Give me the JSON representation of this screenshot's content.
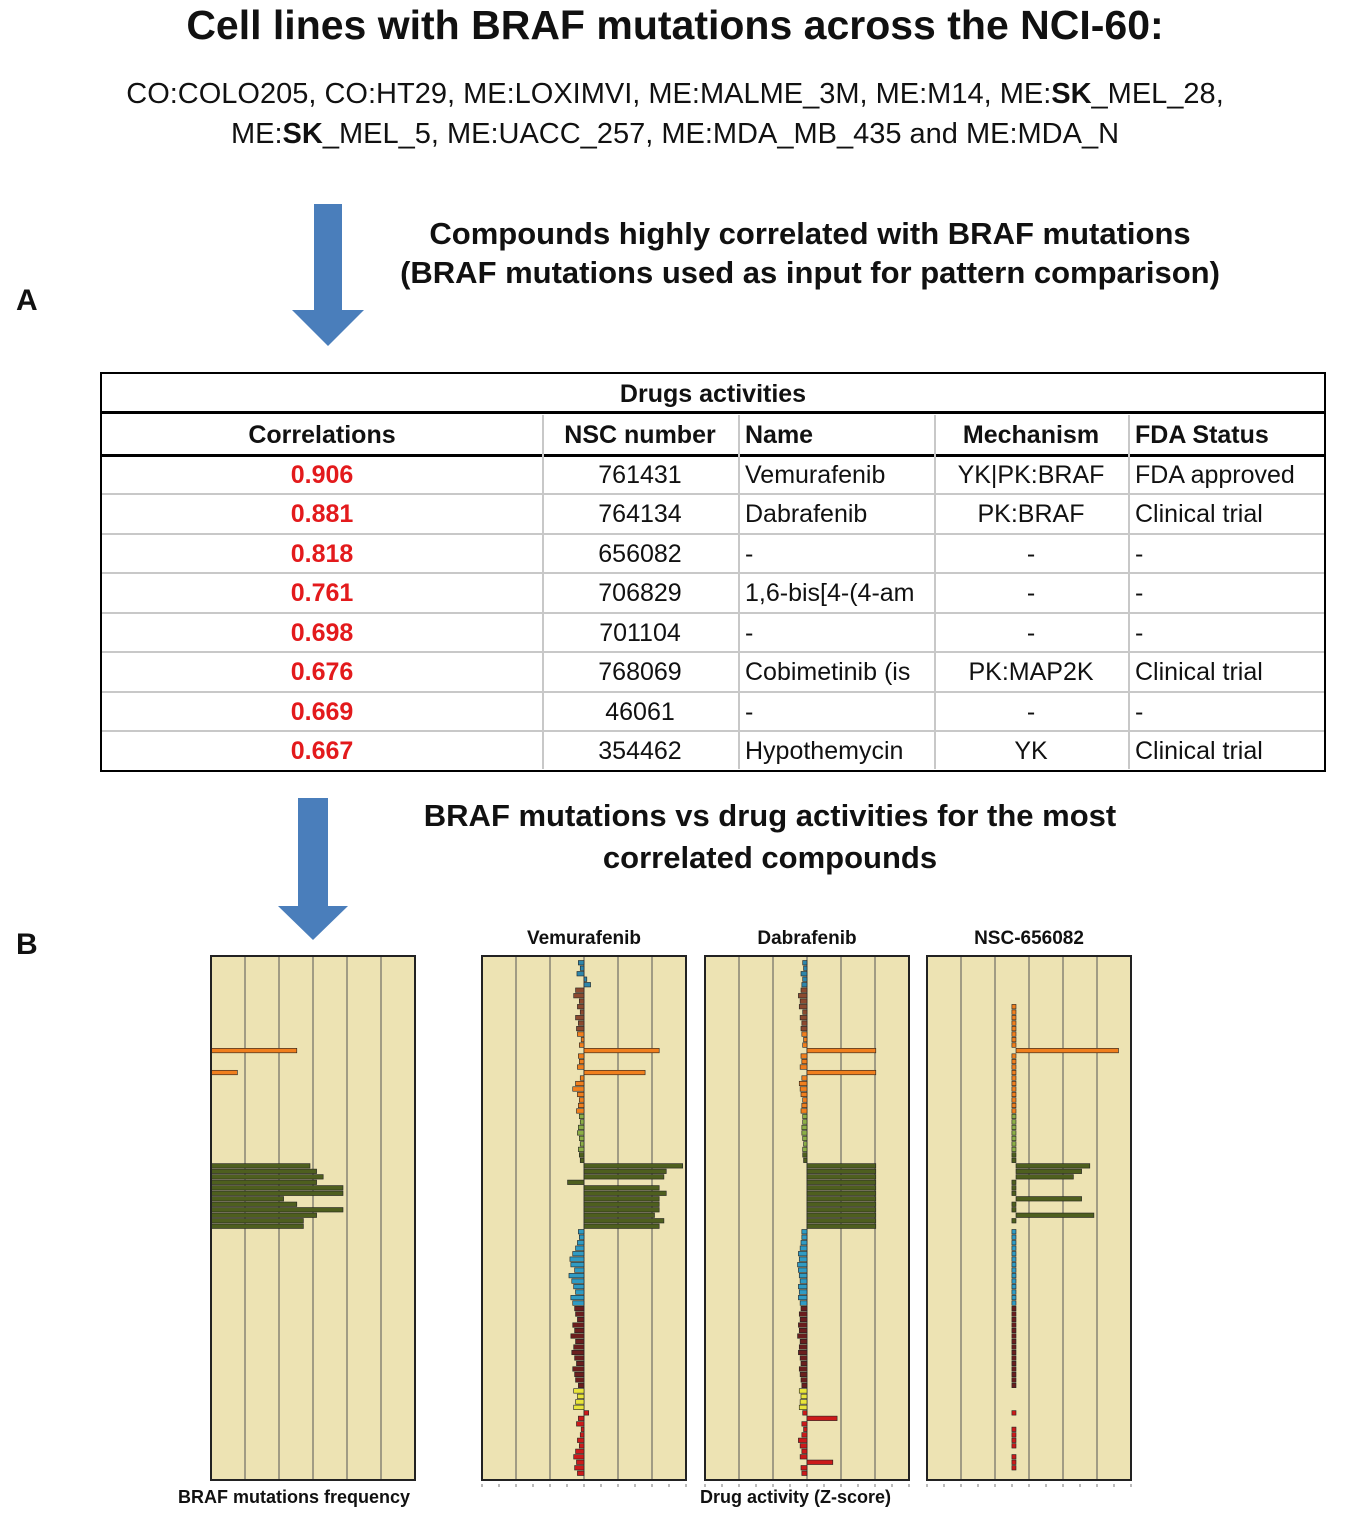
{
  "title": "Cell lines with BRAF mutations across the NCI-60:",
  "cell_lines": {
    "line1": "CO:COLO205, CO:HT29, ME:LOXIMVI, ME:MALME_3M, ME:M14, ME:SK_MEL_28,",
    "line2": "ME:SK_MEL_5, ME:UACC_257, ME:MDA_MB_435 and ME:MDA_N"
  },
  "step1": {
    "line1": "Compounds highly correlated with BRAF mutations",
    "line2": "(BRAF mutations used as input for pattern comparison)"
  },
  "panel_labels": {
    "a": "A",
    "b": "B"
  },
  "table": {
    "title": "Drugs activities",
    "headers": [
      "Correlations",
      "NSC number",
      "Name",
      "Mechanism",
      "FDA Status"
    ],
    "rows": [
      [
        "0.906",
        "761431",
        "Vemurafenib",
        "YK|PK:BRAF",
        "FDA approved"
      ],
      [
        "0.881",
        "764134",
        "Dabrafenib",
        "PK:BRAF",
        "Clinical trial"
      ],
      [
        "0.818",
        "656082",
        "-",
        "-",
        "-"
      ],
      [
        "0.761",
        "706829",
        "1,6-bis[4-(4-am",
        "-",
        "-"
      ],
      [
        "0.698",
        "701104",
        "-",
        "-",
        "-"
      ],
      [
        "0.676",
        "768069",
        "Cobimetinib (is",
        "PK:MAP2K",
        "Clinical trial"
      ],
      [
        "0.669",
        "46061",
        "-",
        "-",
        "-"
      ],
      [
        "0.667",
        "354462",
        "Hypothemycin",
        "YK",
        "Clinical trial"
      ]
    ]
  },
  "step2": {
    "line1": "BRAF mutations vs drug activities for the most",
    "line2": "correlated compounds"
  },
  "colors": {
    "arrow": "#4a7ebb",
    "panel_bg": "#ede3b3",
    "correlation_text": "#e31a1c",
    "tissue_colors": [
      "#2e86ab",
      "#8c4a2f",
      "#f07f1e",
      "#8cae46",
      "#4e5f1e",
      "#2f9bc4",
      "#6b1e1e",
      "#e8e43a",
      "#cc1a1a"
    ]
  },
  "chart_data": {
    "type": "bar",
    "orientation": "horizontal",
    "grid": true,
    "axis_titles": {
      "frequency": "BRAF mutations frequency",
      "activity": "Drug activity (Z-score)"
    },
    "panels": [
      {
        "title": "",
        "values": [
          0,
          0,
          0,
          0,
          0,
          0,
          0,
          0,
          0,
          0,
          0,
          0,
          0,
          0,
          0,
          0,
          0.65,
          0,
          0,
          0,
          0.2,
          0,
          0,
          0,
          0,
          0,
          0,
          0,
          0,
          0,
          0,
          0,
          0,
          0,
          0,
          0,
          0,
          0.75,
          0.8,
          0.85,
          0.8,
          1.0,
          1.0,
          0.55,
          0.65,
          1.0,
          0.8,
          0.7,
          0.7,
          0,
          0,
          0,
          0,
          0,
          0,
          0,
          0,
          0,
          0,
          0,
          0,
          0,
          0,
          0,
          0,
          0,
          0,
          0,
          0,
          0,
          0,
          0,
          0,
          0,
          0,
          0,
          0,
          0,
          0,
          0,
          0,
          0,
          0,
          0,
          0,
          0,
          0,
          0,
          0,
          0,
          0,
          0,
          0,
          0
        ],
        "colors": [
          0,
          0,
          0,
          0,
          0,
          0,
          0,
          0,
          0,
          0,
          0,
          0,
          0,
          0,
          0,
          0,
          2,
          0,
          0,
          0,
          2,
          0,
          0,
          0,
          0,
          0,
          0,
          0,
          0,
          0,
          0,
          0,
          0,
          0,
          0,
          0,
          0,
          4,
          4,
          4,
          4,
          4,
          4,
          4,
          4,
          4,
          4,
          4,
          4,
          0,
          0,
          0,
          0,
          0,
          0,
          0,
          0,
          0,
          0,
          0,
          0,
          0,
          0,
          0,
          0,
          0,
          0,
          0,
          0,
          0,
          0,
          0,
          0,
          0,
          0,
          0,
          0,
          0,
          0,
          0,
          0,
          0,
          0,
          0,
          0,
          0,
          0,
          0,
          0,
          0,
          0,
          0,
          0,
          0
        ]
      },
      {
        "title": "Vemurafenib",
        "values": [
          -0.12,
          -0.08,
          -0.15,
          0.06,
          0.14,
          -0.18,
          -0.22,
          -0.1,
          -0.14,
          -0.08,
          -0.18,
          -0.12,
          -0.16,
          -0.14,
          -0.06,
          -0.1,
          1.6,
          -0.12,
          -0.1,
          -0.14,
          1.3,
          -0.08,
          -0.18,
          -0.24,
          -0.14,
          -0.1,
          -0.12,
          -0.16,
          -0.1,
          -0.08,
          -0.12,
          -0.14,
          -0.1,
          -0.08,
          -0.12,
          -0.1,
          -0.08,
          2.1,
          1.75,
          1.7,
          -0.35,
          1.6,
          1.75,
          1.6,
          1.6,
          1.6,
          1.5,
          1.7,
          1.6,
          -0.12,
          -0.1,
          -0.14,
          -0.18,
          -0.24,
          -0.3,
          -0.28,
          -0.2,
          -0.32,
          -0.26,
          -0.22,
          -0.18,
          -0.28,
          -0.24,
          -0.2,
          -0.18,
          -0.14,
          -0.24,
          -0.2,
          -0.28,
          -0.18,
          -0.22,
          -0.26,
          -0.2,
          -0.16,
          -0.24,
          -0.2,
          -0.18,
          -0.12,
          -0.22,
          -0.14,
          -0.18,
          -0.22,
          0.1,
          -0.12,
          -0.16,
          -0.06,
          -0.08,
          -0.14,
          -0.1,
          -0.18,
          -0.22,
          -0.16,
          -0.2,
          -0.14
        ],
        "colors": [
          0,
          0,
          0,
          0,
          0,
          1,
          1,
          1,
          1,
          1,
          1,
          1,
          1,
          2,
          2,
          2,
          2,
          2,
          2,
          2,
          2,
          2,
          2,
          2,
          2,
          2,
          2,
          2,
          3,
          3,
          3,
          3,
          3,
          3,
          3,
          4,
          4,
          4,
          4,
          4,
          4,
          4,
          4,
          4,
          4,
          4,
          4,
          4,
          4,
          5,
          5,
          5,
          5,
          5,
          5,
          5,
          5,
          5,
          5,
          5,
          5,
          5,
          5,
          6,
          6,
          6,
          6,
          6,
          6,
          6,
          6,
          6,
          6,
          6,
          6,
          6,
          6,
          6,
          7,
          7,
          7,
          7,
          8,
          8,
          8,
          8,
          8,
          8,
          8,
          8,
          8,
          8,
          8,
          8
        ]
      },
      {
        "title": "Dabrafenib",
        "values": [
          -0.1,
          -0.08,
          -0.14,
          -0.1,
          -0.12,
          -0.14,
          -0.2,
          -0.16,
          -0.18,
          -0.1,
          -0.16,
          -0.12,
          -0.14,
          -0.12,
          -0.08,
          -0.1,
          1.6,
          -0.14,
          -0.12,
          -0.16,
          1.6,
          -0.12,
          -0.18,
          -0.16,
          -0.14,
          -0.1,
          -0.12,
          -0.14,
          -0.1,
          -0.1,
          -0.12,
          -0.12,
          -0.1,
          -0.08,
          -0.1,
          -0.1,
          -0.08,
          1.6,
          1.6,
          1.6,
          1.6,
          1.6,
          1.6,
          1.6,
          1.6,
          1.6,
          1.6,
          1.6,
          1.6,
          -0.12,
          -0.12,
          -0.14,
          -0.16,
          -0.2,
          -0.18,
          -0.22,
          -0.2,
          -0.18,
          -0.16,
          -0.2,
          -0.18,
          -0.2,
          -0.16,
          -0.14,
          -0.18,
          -0.16,
          -0.2,
          -0.18,
          -0.22,
          -0.16,
          -0.18,
          -0.2,
          -0.16,
          -0.14,
          -0.18,
          -0.16,
          -0.14,
          -0.12,
          -0.18,
          -0.14,
          -0.16,
          -0.18,
          -0.1,
          0.7,
          -0.12,
          -0.08,
          -0.12,
          -0.2,
          -0.16,
          -0.12,
          -0.16,
          0.6,
          -0.14,
          -0.12
        ],
        "colors": [
          0,
          0,
          0,
          0,
          0,
          1,
          1,
          1,
          1,
          1,
          1,
          1,
          1,
          2,
          2,
          2,
          2,
          2,
          2,
          2,
          2,
          2,
          2,
          2,
          2,
          2,
          2,
          2,
          3,
          3,
          3,
          3,
          3,
          3,
          3,
          4,
          4,
          4,
          4,
          4,
          4,
          4,
          4,
          4,
          4,
          4,
          4,
          4,
          4,
          5,
          5,
          5,
          5,
          5,
          5,
          5,
          5,
          5,
          5,
          5,
          5,
          5,
          5,
          6,
          6,
          6,
          6,
          6,
          6,
          6,
          6,
          6,
          6,
          6,
          6,
          6,
          6,
          6,
          7,
          7,
          7,
          7,
          8,
          8,
          8,
          8,
          8,
          8,
          8,
          8,
          8,
          8,
          8,
          8
        ]
      },
      {
        "title": "NSC-656082",
        "values": [
          0,
          0,
          0,
          0,
          0,
          0,
          0,
          0,
          -0.1,
          -0.1,
          -0.1,
          -0.1,
          -0.1,
          -0.1,
          -0.1,
          -0.1,
          2.5,
          -0.1,
          -0.1,
          -0.1,
          -0.1,
          -0.1,
          -0.1,
          -0.1,
          -0.1,
          -0.1,
          -0.1,
          -0.1,
          -0.1,
          -0.1,
          -0.1,
          -0.1,
          -0.1,
          -0.1,
          -0.1,
          -0.1,
          -0.1,
          1.8,
          1.6,
          1.4,
          -0.1,
          -0.1,
          -0.1,
          1.6,
          -0.1,
          -0.1,
          1.9,
          -0.1,
          0,
          -0.1,
          -0.1,
          -0.1,
          -0.1,
          -0.1,
          -0.1,
          -0.1,
          -0.1,
          -0.1,
          -0.1,
          -0.1,
          -0.1,
          -0.1,
          -0.1,
          -0.1,
          -0.1,
          -0.1,
          -0.1,
          -0.1,
          -0.1,
          -0.1,
          -0.1,
          -0.1,
          -0.1,
          -0.1,
          -0.1,
          -0.1,
          -0.1,
          -0.1,
          0,
          0,
          0,
          0,
          -0.1,
          0,
          0,
          -0.1,
          -0.1,
          -0.1,
          -0.1,
          0,
          -0.1,
          -0.1,
          -0.1,
          0
        ],
        "colors": [
          0,
          0,
          0,
          0,
          0,
          1,
          1,
          1,
          2,
          2,
          2,
          2,
          2,
          2,
          2,
          2,
          2,
          2,
          2,
          2,
          2,
          2,
          2,
          2,
          2,
          2,
          2,
          2,
          3,
          3,
          3,
          3,
          3,
          3,
          3,
          4,
          4,
          4,
          4,
          4,
          4,
          4,
          4,
          4,
          4,
          4,
          4,
          4,
          4,
          5,
          5,
          5,
          5,
          5,
          5,
          5,
          5,
          5,
          5,
          5,
          5,
          5,
          5,
          6,
          6,
          6,
          6,
          6,
          6,
          6,
          6,
          6,
          6,
          6,
          6,
          6,
          6,
          6,
          7,
          7,
          7,
          7,
          8,
          8,
          8,
          8,
          8,
          8,
          8,
          8,
          8,
          8,
          8,
          8
        ]
      }
    ]
  }
}
